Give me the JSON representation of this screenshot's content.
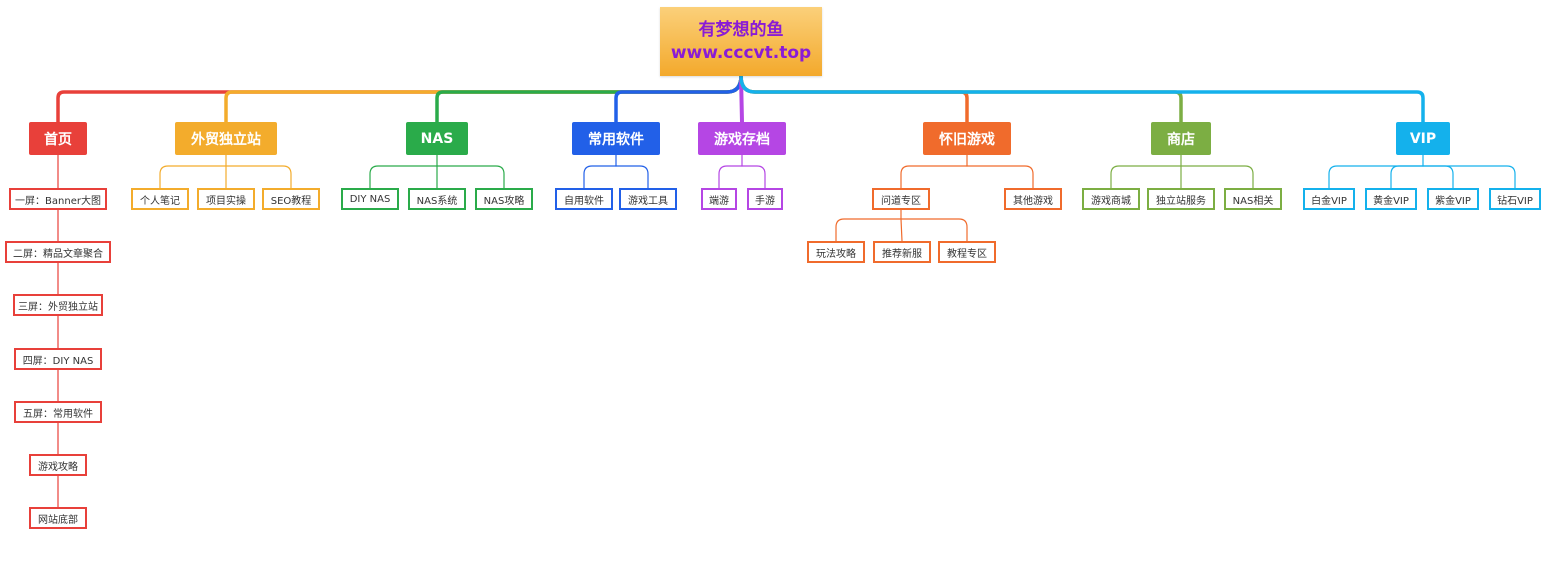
{
  "root": {
    "title": "有梦想的鱼",
    "subtitle": "www.cccvt.top",
    "gradient": [
      "#fbd07a",
      "#f3a92c"
    ],
    "text_color": "#8a1bd6"
  },
  "branches": [
    {
      "label": "首页",
      "color": "#e8403a",
      "layout": "vertical",
      "children": [
        {
          "label": "一屏：Banner大图"
        },
        {
          "label": "二屏：精品文章聚合"
        },
        {
          "label": "三屏：外贸独立站"
        },
        {
          "label": "四屏：DIY NAS"
        },
        {
          "label": "五屏：常用软件"
        },
        {
          "label": "游戏攻略"
        },
        {
          "label": "网站底部"
        }
      ]
    },
    {
      "label": "外贸独立站",
      "color": "#f3ac2c",
      "layout": "horizontal",
      "children": [
        {
          "label": "个人笔记"
        },
        {
          "label": "项目实操"
        },
        {
          "label": "SEO教程"
        }
      ]
    },
    {
      "label": "NAS",
      "color": "#2aab4a",
      "layout": "horizontal",
      "children": [
        {
          "label": "DIY NAS"
        },
        {
          "label": "NAS系统"
        },
        {
          "label": "NAS攻略"
        }
      ]
    },
    {
      "label": "常用软件",
      "color": "#2260e8",
      "layout": "horizontal",
      "children": [
        {
          "label": "自用软件"
        },
        {
          "label": "游戏工具"
        }
      ]
    },
    {
      "label": "游戏存档",
      "color": "#b546e4",
      "layout": "horizontal",
      "children": [
        {
          "label": "端游"
        },
        {
          "label": "手游"
        }
      ]
    },
    {
      "label": "怀旧游戏",
      "color": "#f06b2c",
      "layout": "horizontal",
      "children": [
        {
          "label": "问道专区",
          "children": [
            {
              "label": "玩法攻略"
            },
            {
              "label": "推荐新服"
            },
            {
              "label": "教程专区"
            }
          ]
        },
        {
          "label": "其他游戏"
        }
      ]
    },
    {
      "label": "商店",
      "color": "#7cae43",
      "layout": "horizontal",
      "children": [
        {
          "label": "游戏商城"
        },
        {
          "label": "独立站服务"
        },
        {
          "label": "NAS相关"
        }
      ]
    },
    {
      "label": "VIP",
      "color": "#14b1ec",
      "layout": "horizontal",
      "children": [
        {
          "label": "白金VIP"
        },
        {
          "label": "黄金VIP"
        },
        {
          "label": "紫金VIP"
        },
        {
          "label": "钻石VIP"
        }
      ]
    }
  ]
}
